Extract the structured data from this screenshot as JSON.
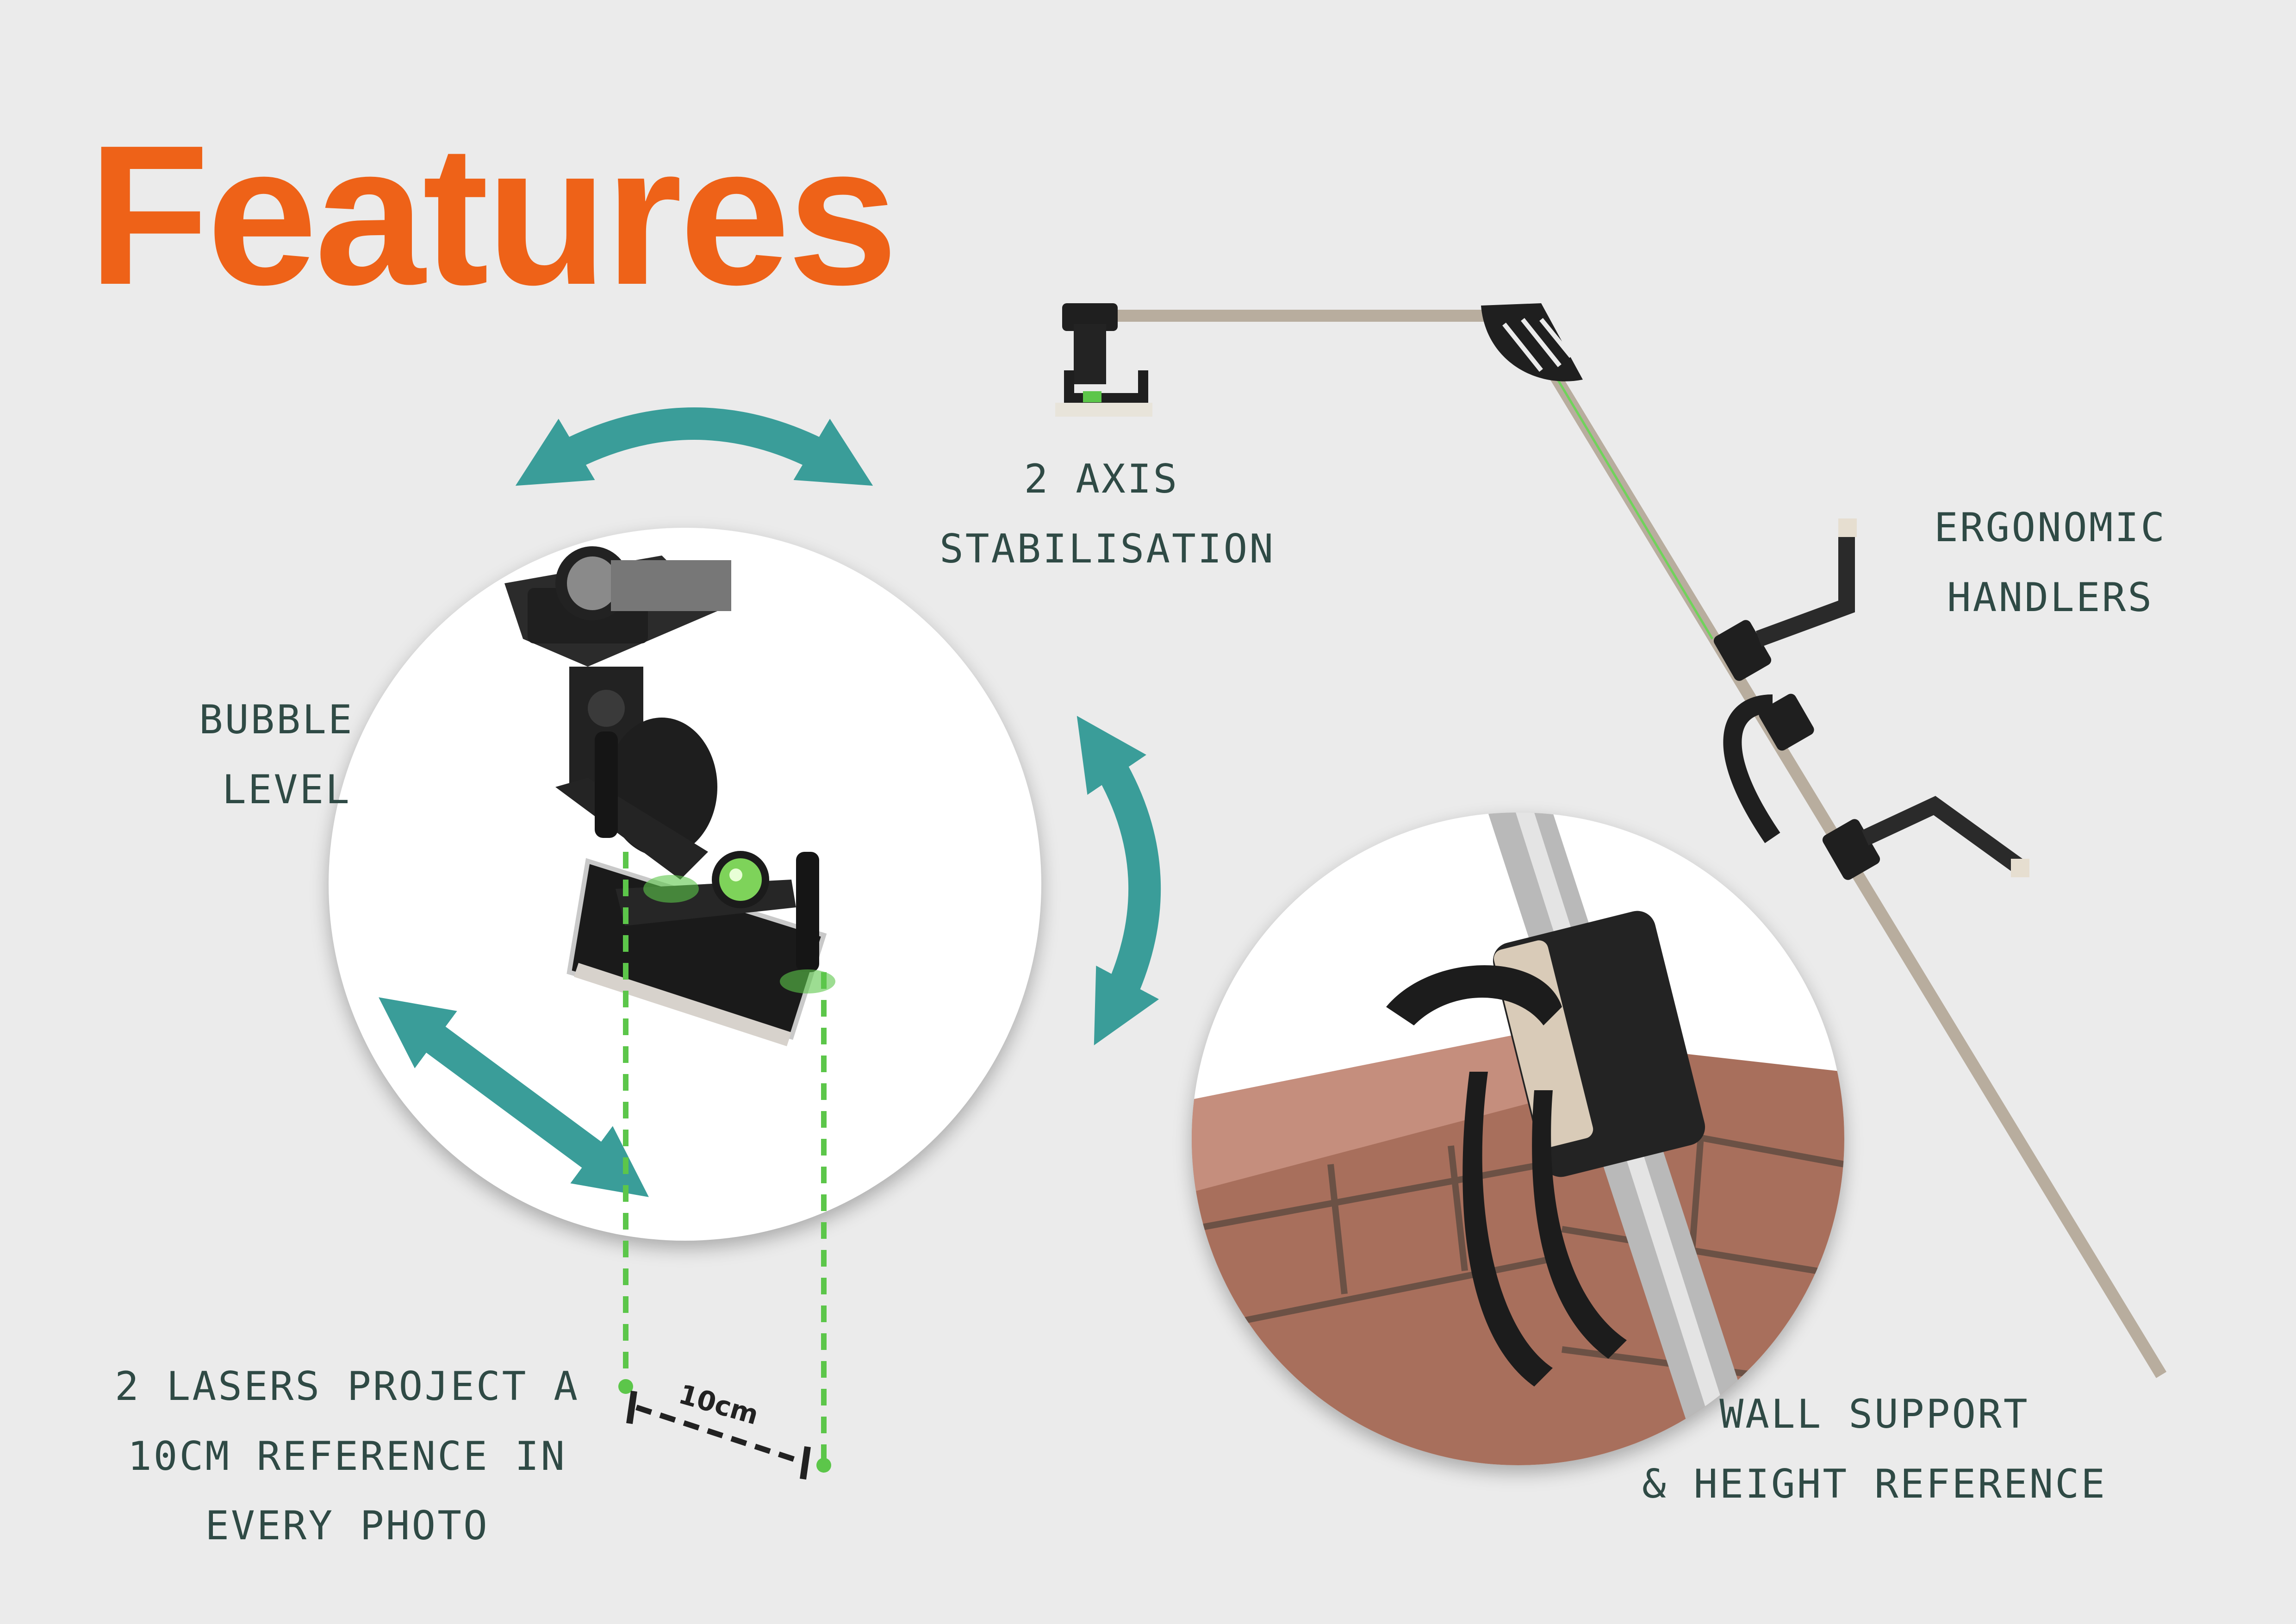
{
  "title": "Features",
  "notes": {
    "stabilisation": [
      "2 AXIS",
      "STABILISATION"
    ],
    "bubble": [
      "BUBBLE",
      "LEVEL"
    ],
    "ergonomic": [
      "ERGONOMIC",
      "HANDLERS"
    ],
    "lasers": [
      "2 LASERS PROJECT A",
      "10CM REFERENCE IN",
      "EVERY PHOTO"
    ],
    "wall": [
      "WALL SUPPORT",
      "& HEIGHT REFERENCE"
    ]
  },
  "dimension_label": "10cm",
  "colors": {
    "accent": "#ee6218",
    "arrow": "#3a9d99",
    "laser": "#5cc64a",
    "ink": "#2f4a45",
    "background": "#ebebeb"
  },
  "icons": [
    "rotation-arrow-icon",
    "laser-line-icon",
    "dimension-bar-icon"
  ]
}
